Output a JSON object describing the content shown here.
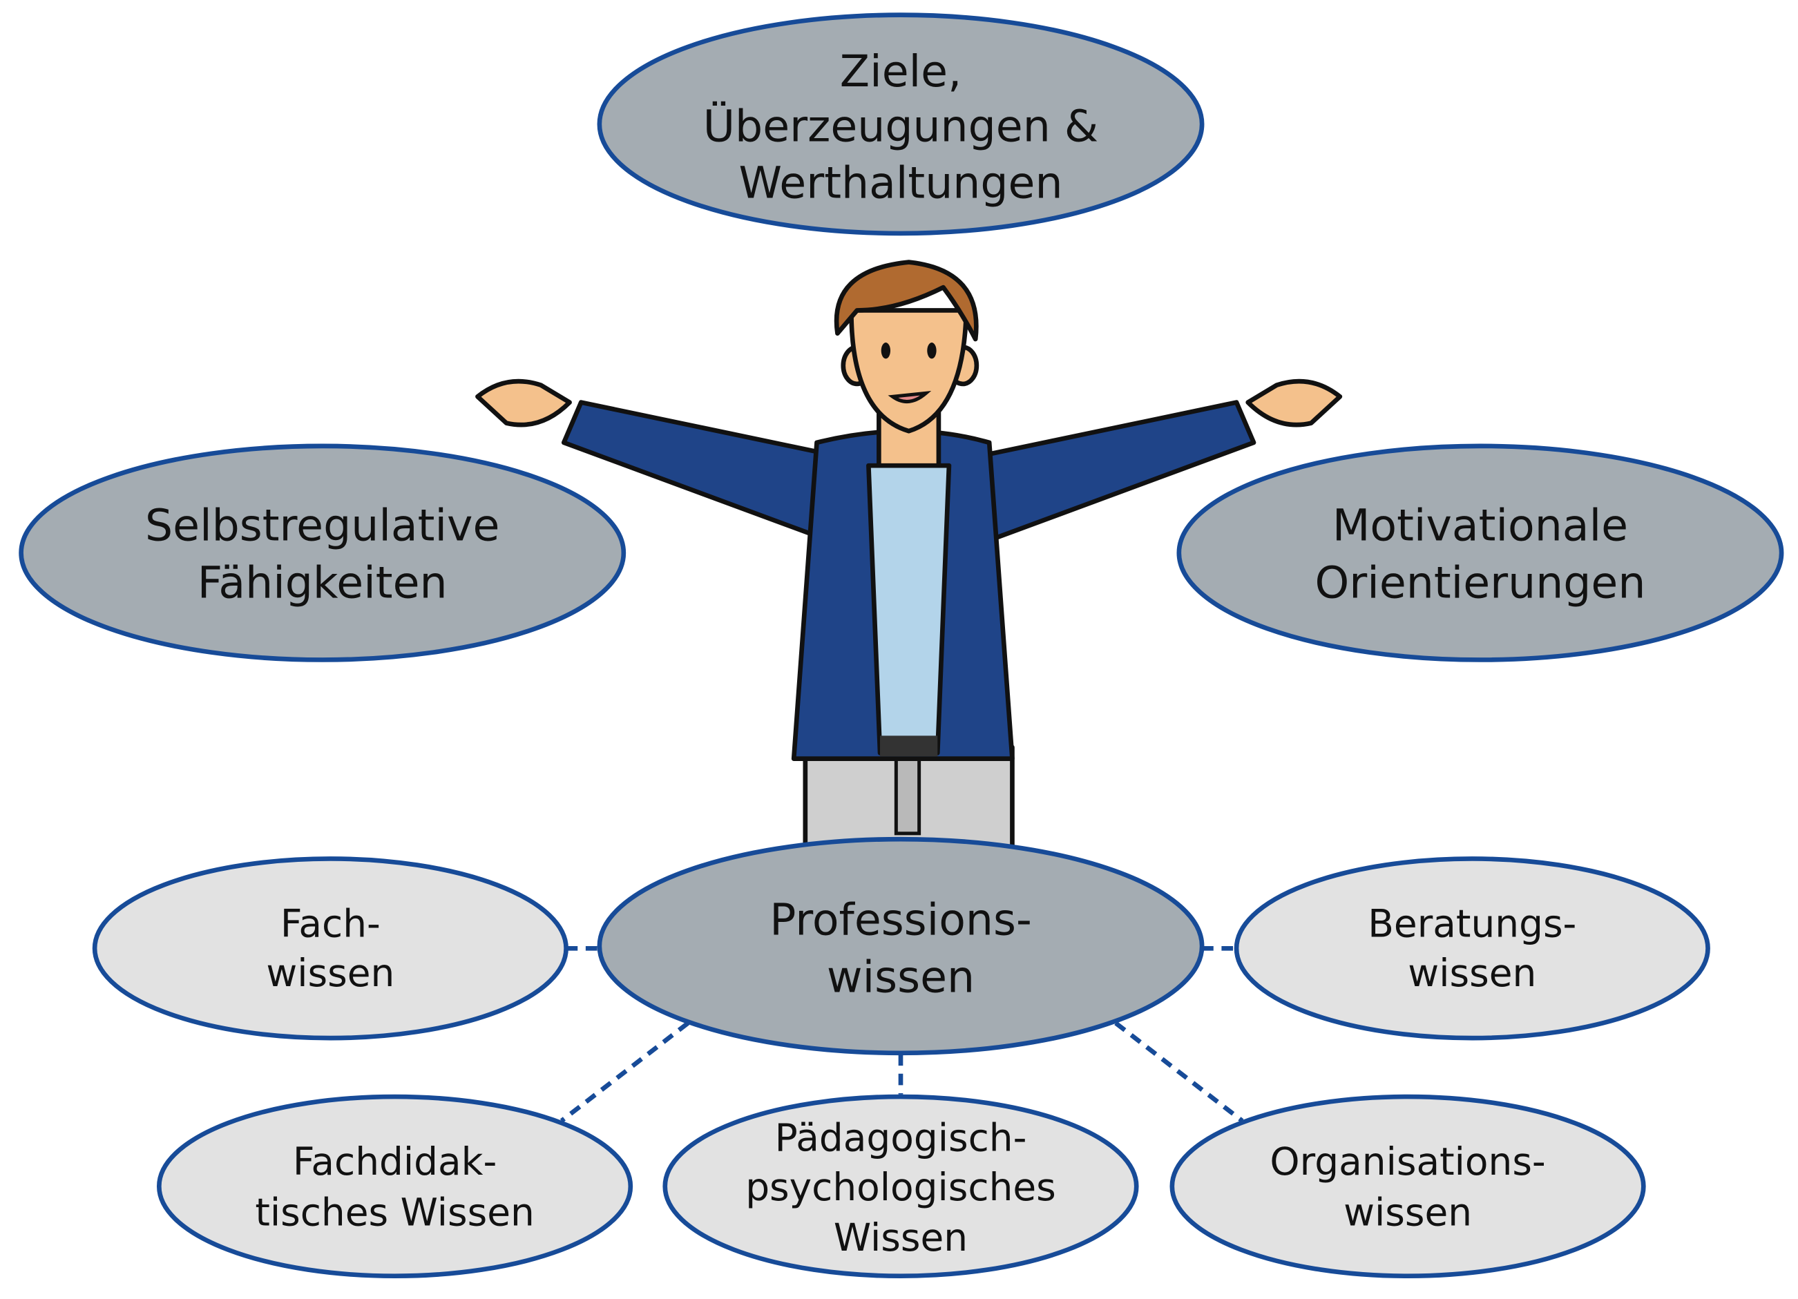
{
  "colors": {
    "core_fill": "#a4acb2",
    "sub_fill": "#e2e2e2",
    "outline": "#174b98",
    "hoodie": "#1f4488",
    "shirt": "#b3d4ea"
  },
  "nodes": {
    "top": [
      "Ziele,",
      "Überzeugungen &",
      "Werthaltungen"
    ],
    "left": [
      "Selbstregulative",
      "Fähigkeiten"
    ],
    "right": [
      "Motivationale",
      "Orientierungen"
    ],
    "center": [
      "Professions-",
      "wissen"
    ],
    "fach": [
      "Fach-",
      "wissen"
    ],
    "beratung": [
      "Beratungs-",
      "wissen"
    ],
    "fachdidaktik": [
      "Fachdidak-",
      "tisches Wissen"
    ],
    "paedagogik": [
      "Pädagogisch-",
      "psychologisches",
      "Wissen"
    ],
    "organisation": [
      "Organisations-",
      "wissen"
    ]
  },
  "illustration": "person-with-open-arms"
}
